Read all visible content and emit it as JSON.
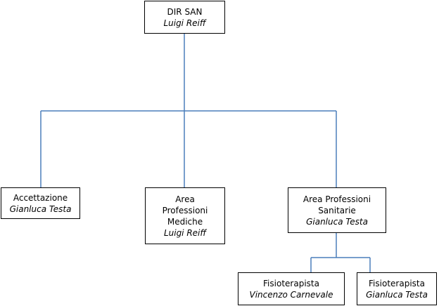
{
  "line_color": "#4a7ebb",
  "nodes": {
    "dir_san": {
      "role": "DIR SAN",
      "person": "Luigi Reiff"
    },
    "accettazione": {
      "role": "Accettazione",
      "person": "Gianluca Testa"
    },
    "area_mediche": {
      "role": "Area Professioni Mediche",
      "person": "Luigi Reiff"
    },
    "area_sanitarie": {
      "role": "Area Professioni Sanitarie",
      "person": "Gianluca Testa"
    },
    "fisio_1": {
      "role": "Fisioterapista",
      "person": "Vincenzo Carnevale"
    },
    "fisio_2": {
      "role": "Fisioterapista",
      "person": "Gianluca Testa"
    }
  }
}
